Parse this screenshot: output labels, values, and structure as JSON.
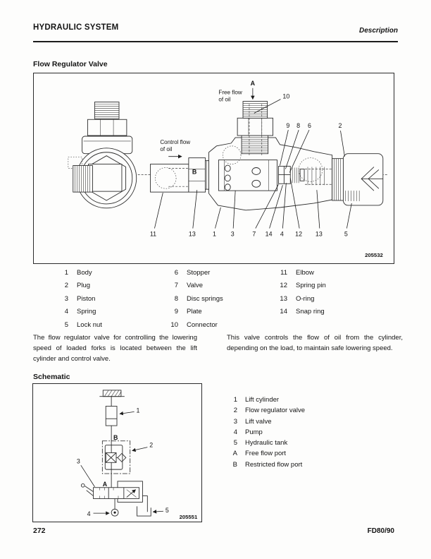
{
  "header": {
    "left": "HYDRAULIC SYSTEM",
    "right": "Description"
  },
  "fig1": {
    "heading": "Flow Regulator Valve",
    "figure_number": "205532",
    "free_flow_line1": "Free flow",
    "free_flow_line2": "of oil",
    "control_flow_line1": "Control flow",
    "control_flow_line2": "of oil",
    "port_a": "A",
    "port_b": "B",
    "callouts_top": [
      "10",
      "9",
      "8",
      "6",
      "2"
    ],
    "callouts_bottom": [
      "11",
      "13",
      "1",
      "3",
      "7",
      "14",
      "4",
      "12",
      "13",
      "5"
    ]
  },
  "parts": {
    "columns": [
      {
        "items": [
          {
            "n": "1",
            "t": "Body"
          },
          {
            "n": "2",
            "t": "Plug"
          },
          {
            "n": "3",
            "t": "Piston"
          },
          {
            "n": "4",
            "t": "Spring"
          },
          {
            "n": "5",
            "t": "Lock nut"
          }
        ]
      },
      {
        "items": [
          {
            "n": "6",
            "t": "Stopper"
          },
          {
            "n": "7",
            "t": "Valve"
          },
          {
            "n": "8",
            "t": "Disc springs"
          },
          {
            "n": "9",
            "t": "Plate"
          },
          {
            "n": "10",
            "t": "Connector"
          }
        ]
      },
      {
        "items": [
          {
            "n": "11",
            "t": "Elbow"
          },
          {
            "n": "12",
            "t": "Spring pin"
          },
          {
            "n": "13",
            "t": "O-ring"
          },
          {
            "n": "14",
            "t": "Snap ring"
          }
        ]
      }
    ]
  },
  "paragraphs": {
    "left": "The flow regulator valve for controlling the lowering speed of loaded forks is located between the lift cylinder and control valve.",
    "right": "This valve controls the flow of oil from the cylinder, depending on the load, to maintain safe lowering speed."
  },
  "schematic": {
    "heading": "Schematic",
    "figure_number": "205551",
    "port_a": "A",
    "port_b": "B",
    "callouts": [
      "1",
      "2",
      "3",
      "4",
      "5"
    ],
    "legend": [
      {
        "n": "1",
        "t": "Lift cylinder"
      },
      {
        "n": "2",
        "t": "Flow regulator valve"
      },
      {
        "n": "3",
        "t": "Lift valve"
      },
      {
        "n": "4",
        "t": "Pump"
      },
      {
        "n": "5",
        "t": "Hydraulic tank"
      },
      {
        "n": "A",
        "t": "Free flow port"
      },
      {
        "n": "B",
        "t": "Restricted flow port"
      }
    ]
  },
  "footer": {
    "page": "272",
    "model": "FD80/90"
  }
}
